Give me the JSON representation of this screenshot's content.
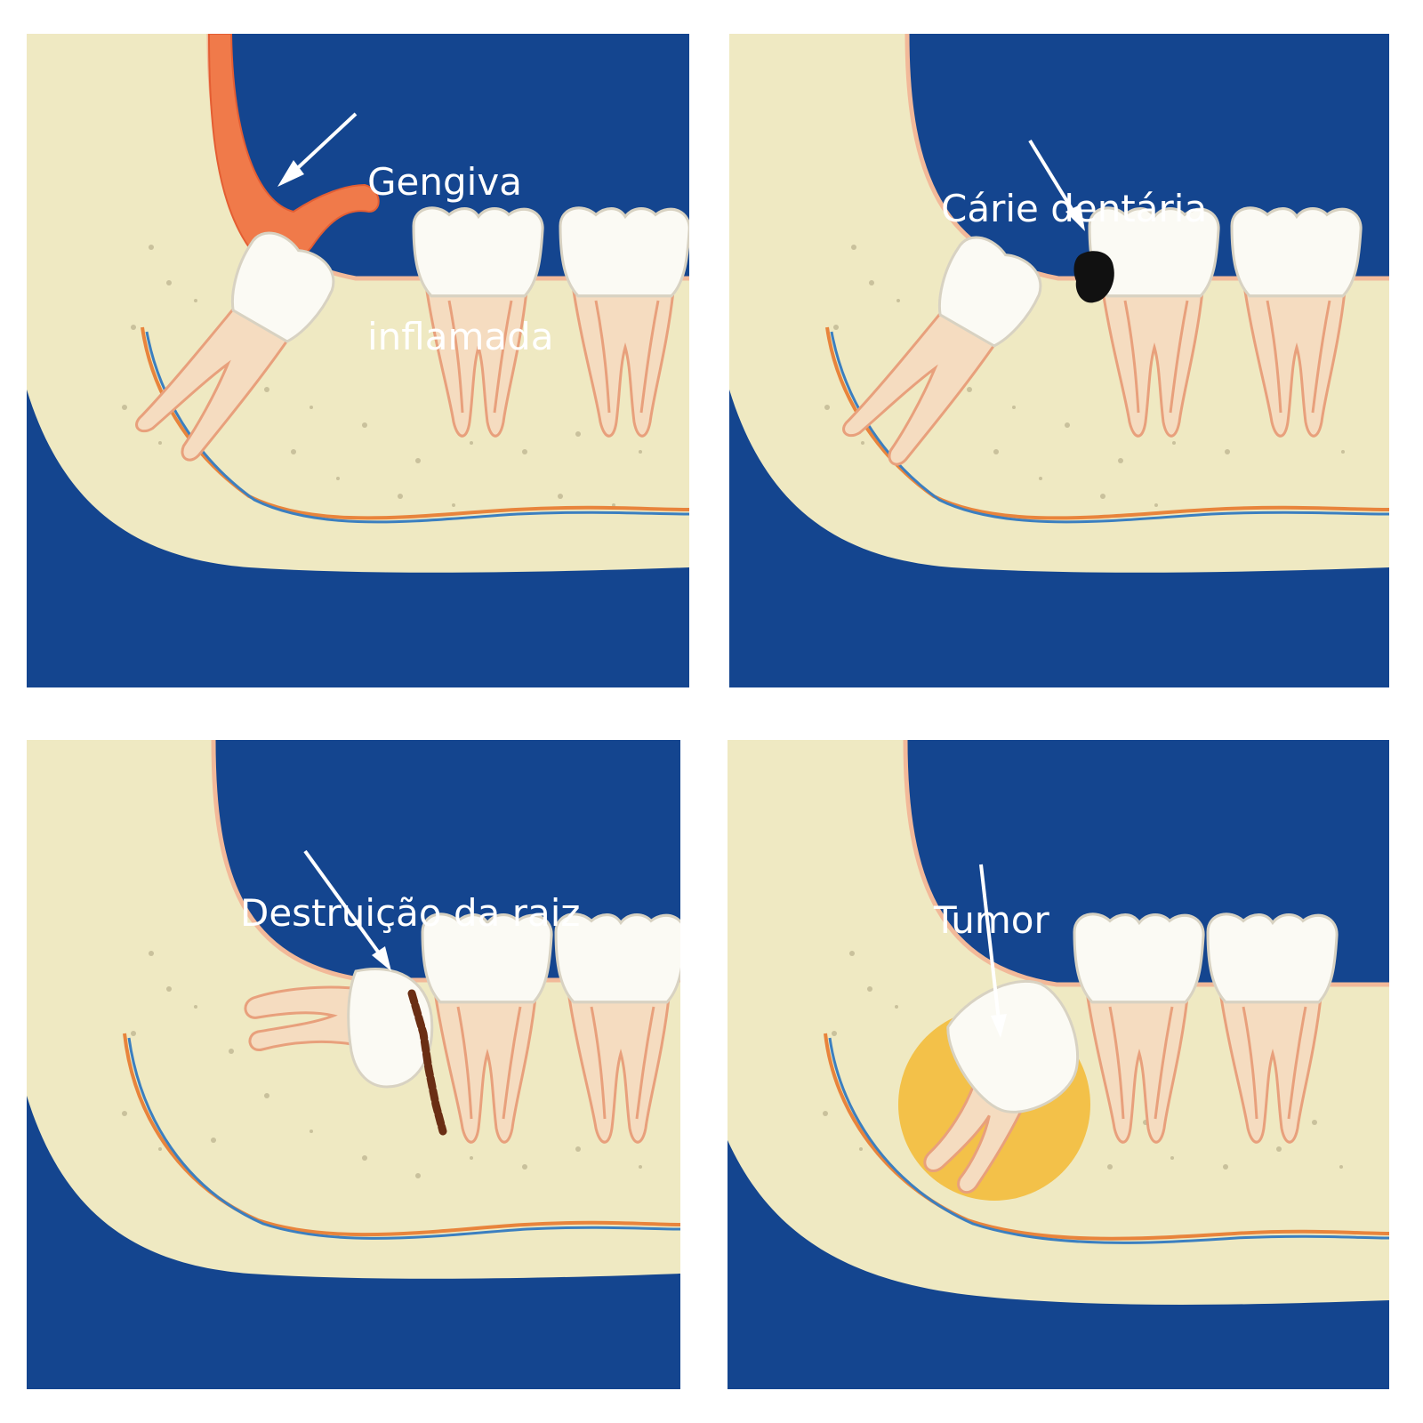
{
  "palette": {
    "background_blue": "#14458f",
    "bone": "#efe9c2",
    "gum": "#f2cba3",
    "enamel": "#fbfaf4",
    "inflamed_gum": "#f07a4a",
    "caries": "#111111",
    "root_damage": "#6a2e14",
    "tumor": "#f3bd3c"
  },
  "panels": [
    {
      "label_lines": [
        "Gengiva",
        "inflamada"
      ]
    },
    {
      "label_lines": [
        "Cárie dentária"
      ]
    },
    {
      "label_lines": [
        "Destruição da raiz"
      ]
    },
    {
      "label_lines": [
        "Tumor"
      ]
    }
  ]
}
